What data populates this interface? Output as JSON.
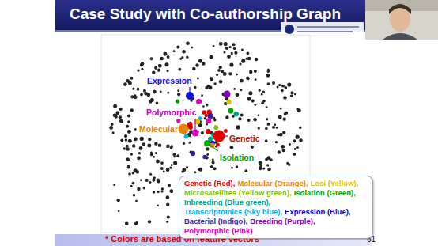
{
  "diagram": {
    "title": "Case Study with Co-authorship Graph",
    "labels": [
      "Expression",
      "Polymorphic",
      "Molecular",
      "Genetic",
      "Isolation",
      "* Colors are based on feature vectors",
      "61"
    ],
    "legend": [
      {
        "text": "Genetic (Red),",
        "color": "#e00000"
      },
      {
        "text": "Molecular (Orange),",
        "color": "#f08000"
      },
      {
        "text": "Loci (Yellow),",
        "color": "#d8c400"
      },
      {
        "text": "Microsatellites (Yellow green),",
        "color": "#8cc000"
      },
      {
        "text": "Isolation (Green),",
        "color": "#00a000"
      },
      {
        "text": "Inbreeding (Blue green),",
        "color": "#00a08c"
      },
      {
        "text": "Transcriptomics (Sky blue),",
        "color": "#00b0f0"
      },
      {
        "text": "Expression (Blue),",
        "color": "#0000e0"
      },
      {
        "text": "Bacterial (Indigo),",
        "color": "#3f1f9f"
      },
      {
        "text": "Breeding (Purple),",
        "color": "#7a00b0"
      },
      {
        "text": "Polymorphic (Pink)",
        "color": "#e000c0"
      }
    ]
  }
}
